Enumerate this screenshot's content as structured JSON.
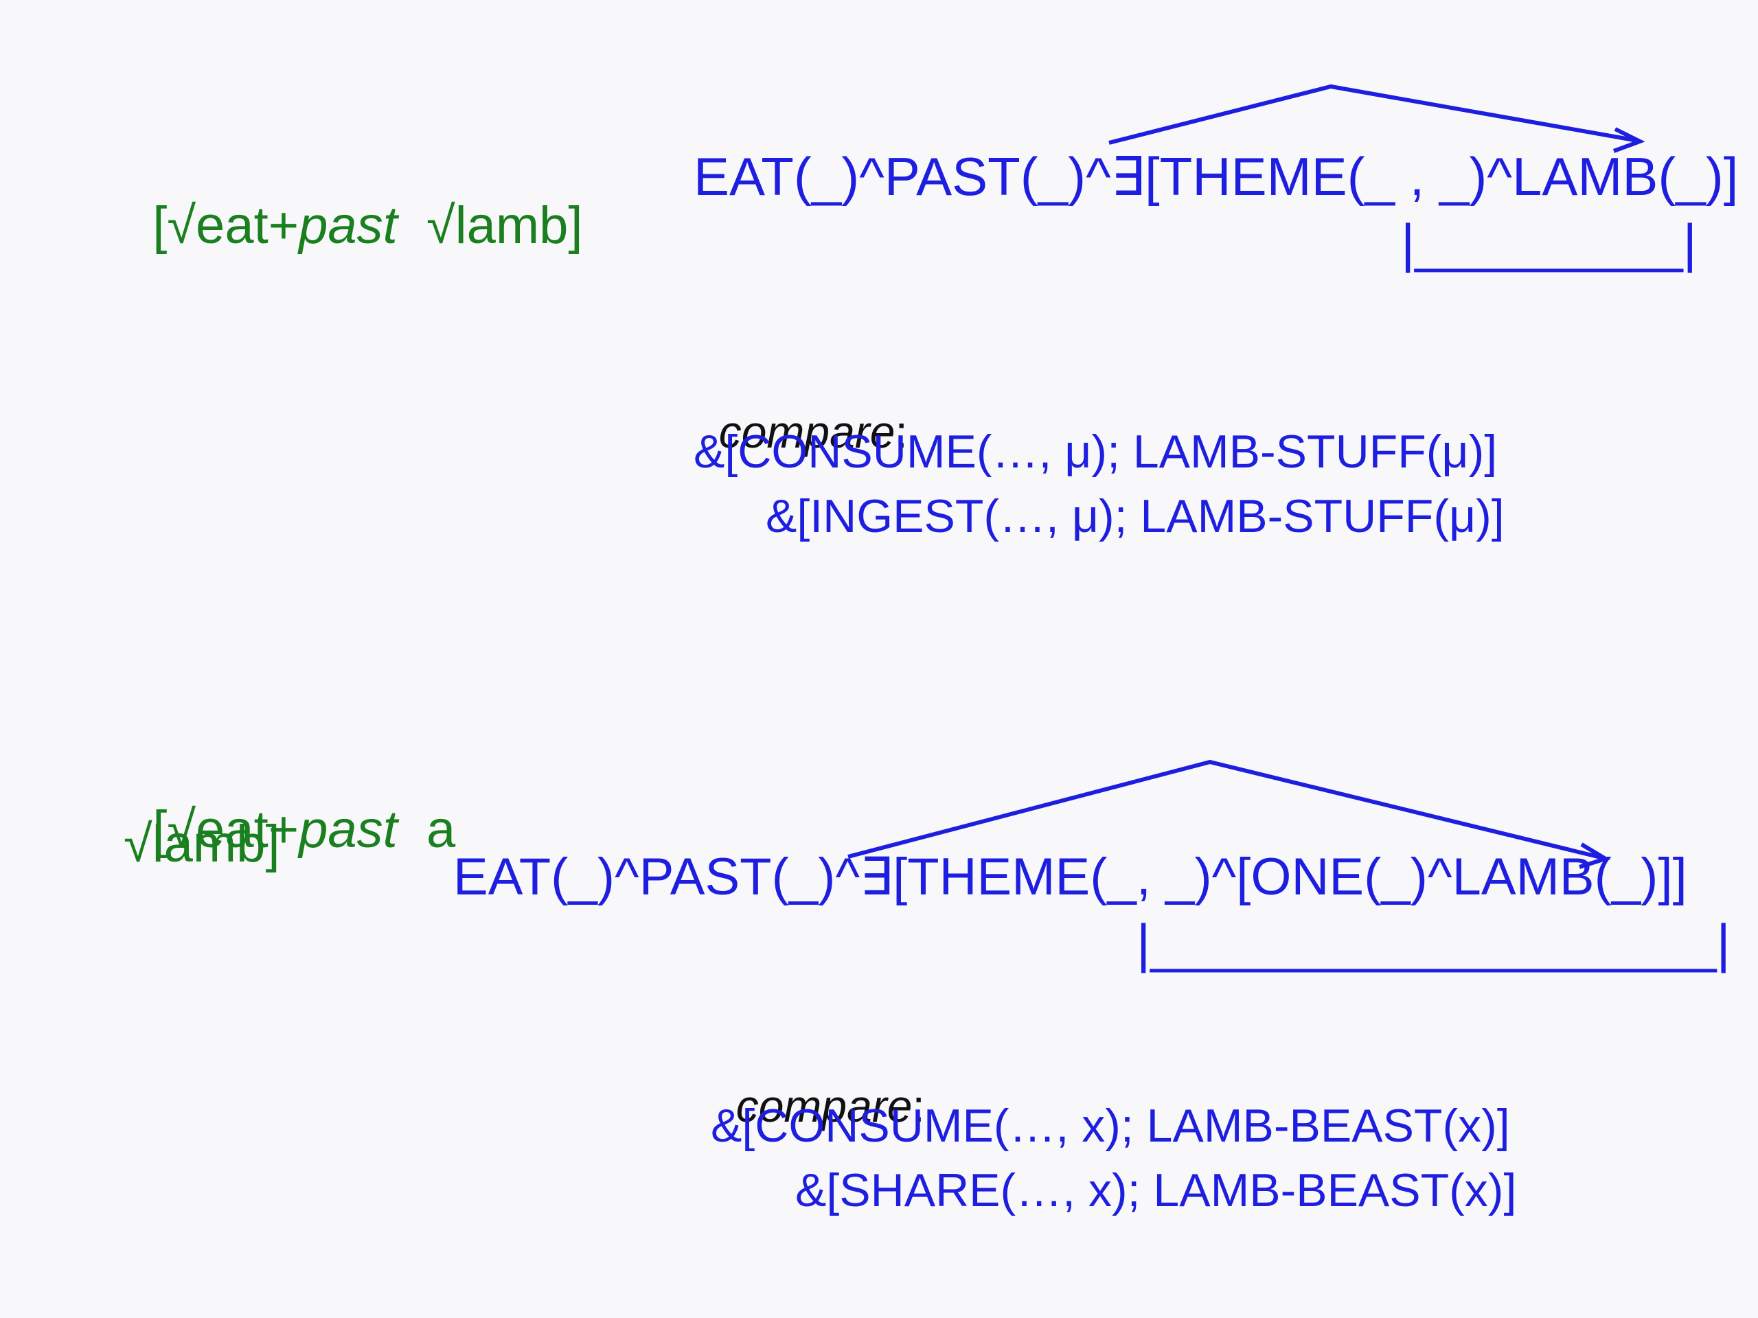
{
  "slide": {
    "ex1": {
      "root_open": "[√eat+",
      "root_past": "past",
      "root_close": "  √lamb]",
      "formula": "EAT(_)^PAST(_)^∃[THEME(_ , _)^LAMB(_)]",
      "bracket": "|_________|",
      "compare_word": "compare",
      "compare_colon": ":",
      "compare_line1": "&[CONSUME(…, μ); LAMB-STUFF(μ)]",
      "compare_line2": "&[INGEST(…, μ); LAMB-STUFF(μ)]"
    },
    "ex2": {
      "root_open": "[√eat+",
      "root_past": "past",
      "root_a": "  a",
      "root_line2": "√lamb]",
      "formula": "EAT(_)^PAST(_)^∃[THEME(_, _)^[ONE(_)^LAMB(_)]]",
      "bracket": "|___________________|",
      "compare_word": "compare",
      "compare_colon": ":",
      "compare_line1": "&[CONSUME(…, x); LAMB-BEAST(x)]",
      "compare_line2": "&[SHARE(…, x); LAMB-BEAST(x)]"
    },
    "colors": {
      "root_text": "#1a7f1e",
      "formula_text": "#1e1ee0",
      "compare_label": "#111111"
    }
  }
}
